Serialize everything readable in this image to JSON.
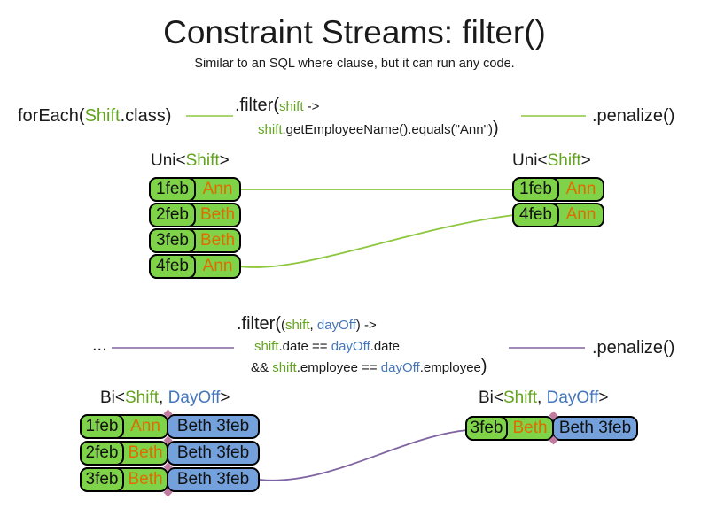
{
  "title": "Constraint Streams: filter()",
  "subtitle": "Similar to an SQL where clause, but it can run any code.",
  "colors": {
    "green_text": "#62a41e",
    "blue_text": "#4576bc",
    "orange_text": "#e06c00",
    "green_fill": "#7ed348",
    "blue_fill": "#74a1db",
    "green_line": "#8dc63f",
    "purple_line": "#8064a2",
    "diamond": "#c27ba0"
  },
  "section1": {
    "foreach_pre": "forEach(",
    "foreach_class": "Shift",
    "foreach_post": ".class)",
    "filter_method": ".filter(",
    "filter_param": "shift",
    "filter_arrow": " ->",
    "body_param": "shift",
    "body_rest": ".getEmployeeName().equals(\"Ann\")",
    "body_close": ")",
    "penalize": ".penalize()",
    "left_label_pre": "Uni<",
    "left_label_type": "Shift",
    "left_label_post": ">",
    "right_label_pre": "Uni<",
    "right_label_type": "Shift",
    "right_label_post": ">",
    "left_rows": [
      {
        "date": "1feb",
        "name": "Ann"
      },
      {
        "date": "2feb",
        "name": "Beth"
      },
      {
        "date": "3feb",
        "name": "Beth"
      },
      {
        "date": "4feb",
        "name": "Ann"
      }
    ],
    "right_rows": [
      {
        "date": "1feb",
        "name": "Ann"
      },
      {
        "date": "4feb",
        "name": "Ann"
      }
    ]
  },
  "section2": {
    "ellipsis": "...",
    "filter_method": ".filter(",
    "filter_open": "(",
    "filter_param1": "shift",
    "filter_comma": ", ",
    "filter_param2": "dayOff",
    "filter_close_paren": ")",
    "filter_arrow": " ->",
    "line2_param1": "shift",
    "line2_mid": ".date == ",
    "line2_param2": "dayOff",
    "line2_end": ".date",
    "line3_start": "&& ",
    "line3_param1": "shift",
    "line3_mid": ".employee == ",
    "line3_param2": "dayOff",
    "line3_end": ".employee",
    "line3_close": ")",
    "penalize": ".penalize()",
    "left_label_pre": "Bi<",
    "left_label_type1": "Shift",
    "left_label_comma": ", ",
    "left_label_type2": "DayOff",
    "left_label_post": ">",
    "right_label_pre": "Bi<",
    "right_label_type1": "Shift",
    "right_label_comma": ", ",
    "right_label_type2": "DayOff",
    "right_label_post": ">",
    "left_rows": [
      {
        "date": "1feb",
        "name": "Ann",
        "pair": "Beth 3feb"
      },
      {
        "date": "2feb",
        "name": "Beth",
        "pair": "Beth 3feb"
      },
      {
        "date": "3feb",
        "name": "Beth",
        "pair": "Beth 3feb"
      }
    ],
    "right_rows": [
      {
        "date": "3feb",
        "name": "Beth",
        "pair": "Beth 3feb"
      }
    ]
  }
}
